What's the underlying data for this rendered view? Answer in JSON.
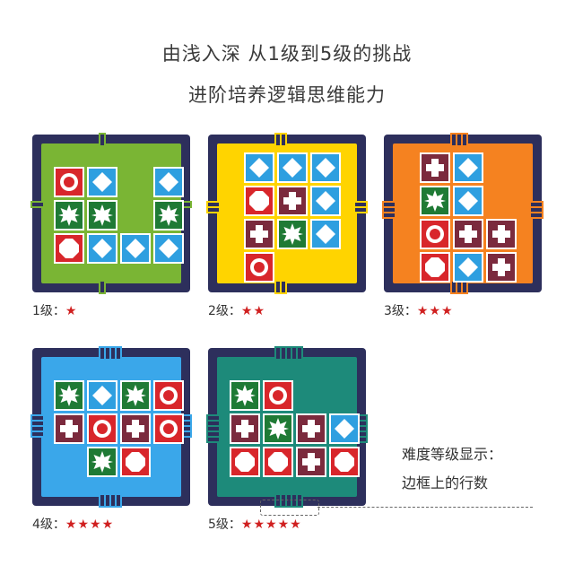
{
  "header": {
    "line1": "由浅入深 从1级到5级的挑战",
    "line2": "进阶培养逻辑思维能力"
  },
  "colors": {
    "frame": "#2d2f5c",
    "red": "#d8262b",
    "blue": "#2e9fe0",
    "green": "#1f7a35",
    "maroon": "#7b2a3d",
    "level1": "#7ab534",
    "level2": "#ffd400",
    "level3": "#f58220",
    "level4": "#3aa7ea",
    "level5": "#1d8a7a"
  },
  "cards": [
    {
      "id": "card-level-1",
      "bg": "#7ab534",
      "label": "1级：",
      "stars": "★",
      "cols": 4,
      "cells": [
        "red-circle",
        "blue-diamond",
        "empty",
        "blue-diamond",
        "green-star",
        "green-star",
        "empty",
        "green-star",
        "red-octagon",
        "blue-diamond",
        "blue-diamond",
        "blue-diamond"
      ]
    },
    {
      "id": "card-level-2",
      "bg": "#ffd400",
      "label": "2级：",
      "stars": "★★",
      "cols": 3,
      "cells": [
        "blue-diamond",
        "blue-diamond",
        "blue-diamond",
        "red-octagon",
        "maroon-cross",
        "blue-diamond",
        "maroon-cross",
        "green-star",
        "blue-diamond",
        "red-circle",
        "empty",
        "empty"
      ]
    },
    {
      "id": "card-level-3",
      "bg": "#f58220",
      "label": "3级：",
      "stars": "★★★",
      "cols": 3,
      "cells": [
        "maroon-cross",
        "blue-diamond",
        "empty",
        "green-star",
        "blue-diamond",
        "empty",
        "red-circle",
        "maroon-cross",
        "maroon-cross",
        "red-octagon",
        "blue-diamond",
        "maroon-cross"
      ]
    },
    {
      "id": "card-level-4",
      "bg": "#3aa7ea",
      "label": "4级：",
      "stars": "★★★★",
      "cols": 4,
      "cells": [
        "green-star",
        "blue-diamond",
        "green-star",
        "red-circle",
        "maroon-cross",
        "red-circle",
        "maroon-cross",
        "red-circle",
        "empty",
        "green-star",
        "red-octagon",
        "empty"
      ]
    },
    {
      "id": "card-level-5",
      "bg": "#1d8a7a",
      "label": "5级：",
      "stars": "★★★★★",
      "cols": 4,
      "cells": [
        "green-star",
        "red-circle",
        "empty",
        "empty",
        "maroon-cross",
        "green-star",
        "maroon-cross",
        "blue-diamond",
        "red-octagon",
        "red-octagon",
        "maroon-cross",
        "red-octagon"
      ]
    }
  ],
  "note": {
    "line1": "难度等级显示：",
    "line2": "边框上的行数"
  }
}
